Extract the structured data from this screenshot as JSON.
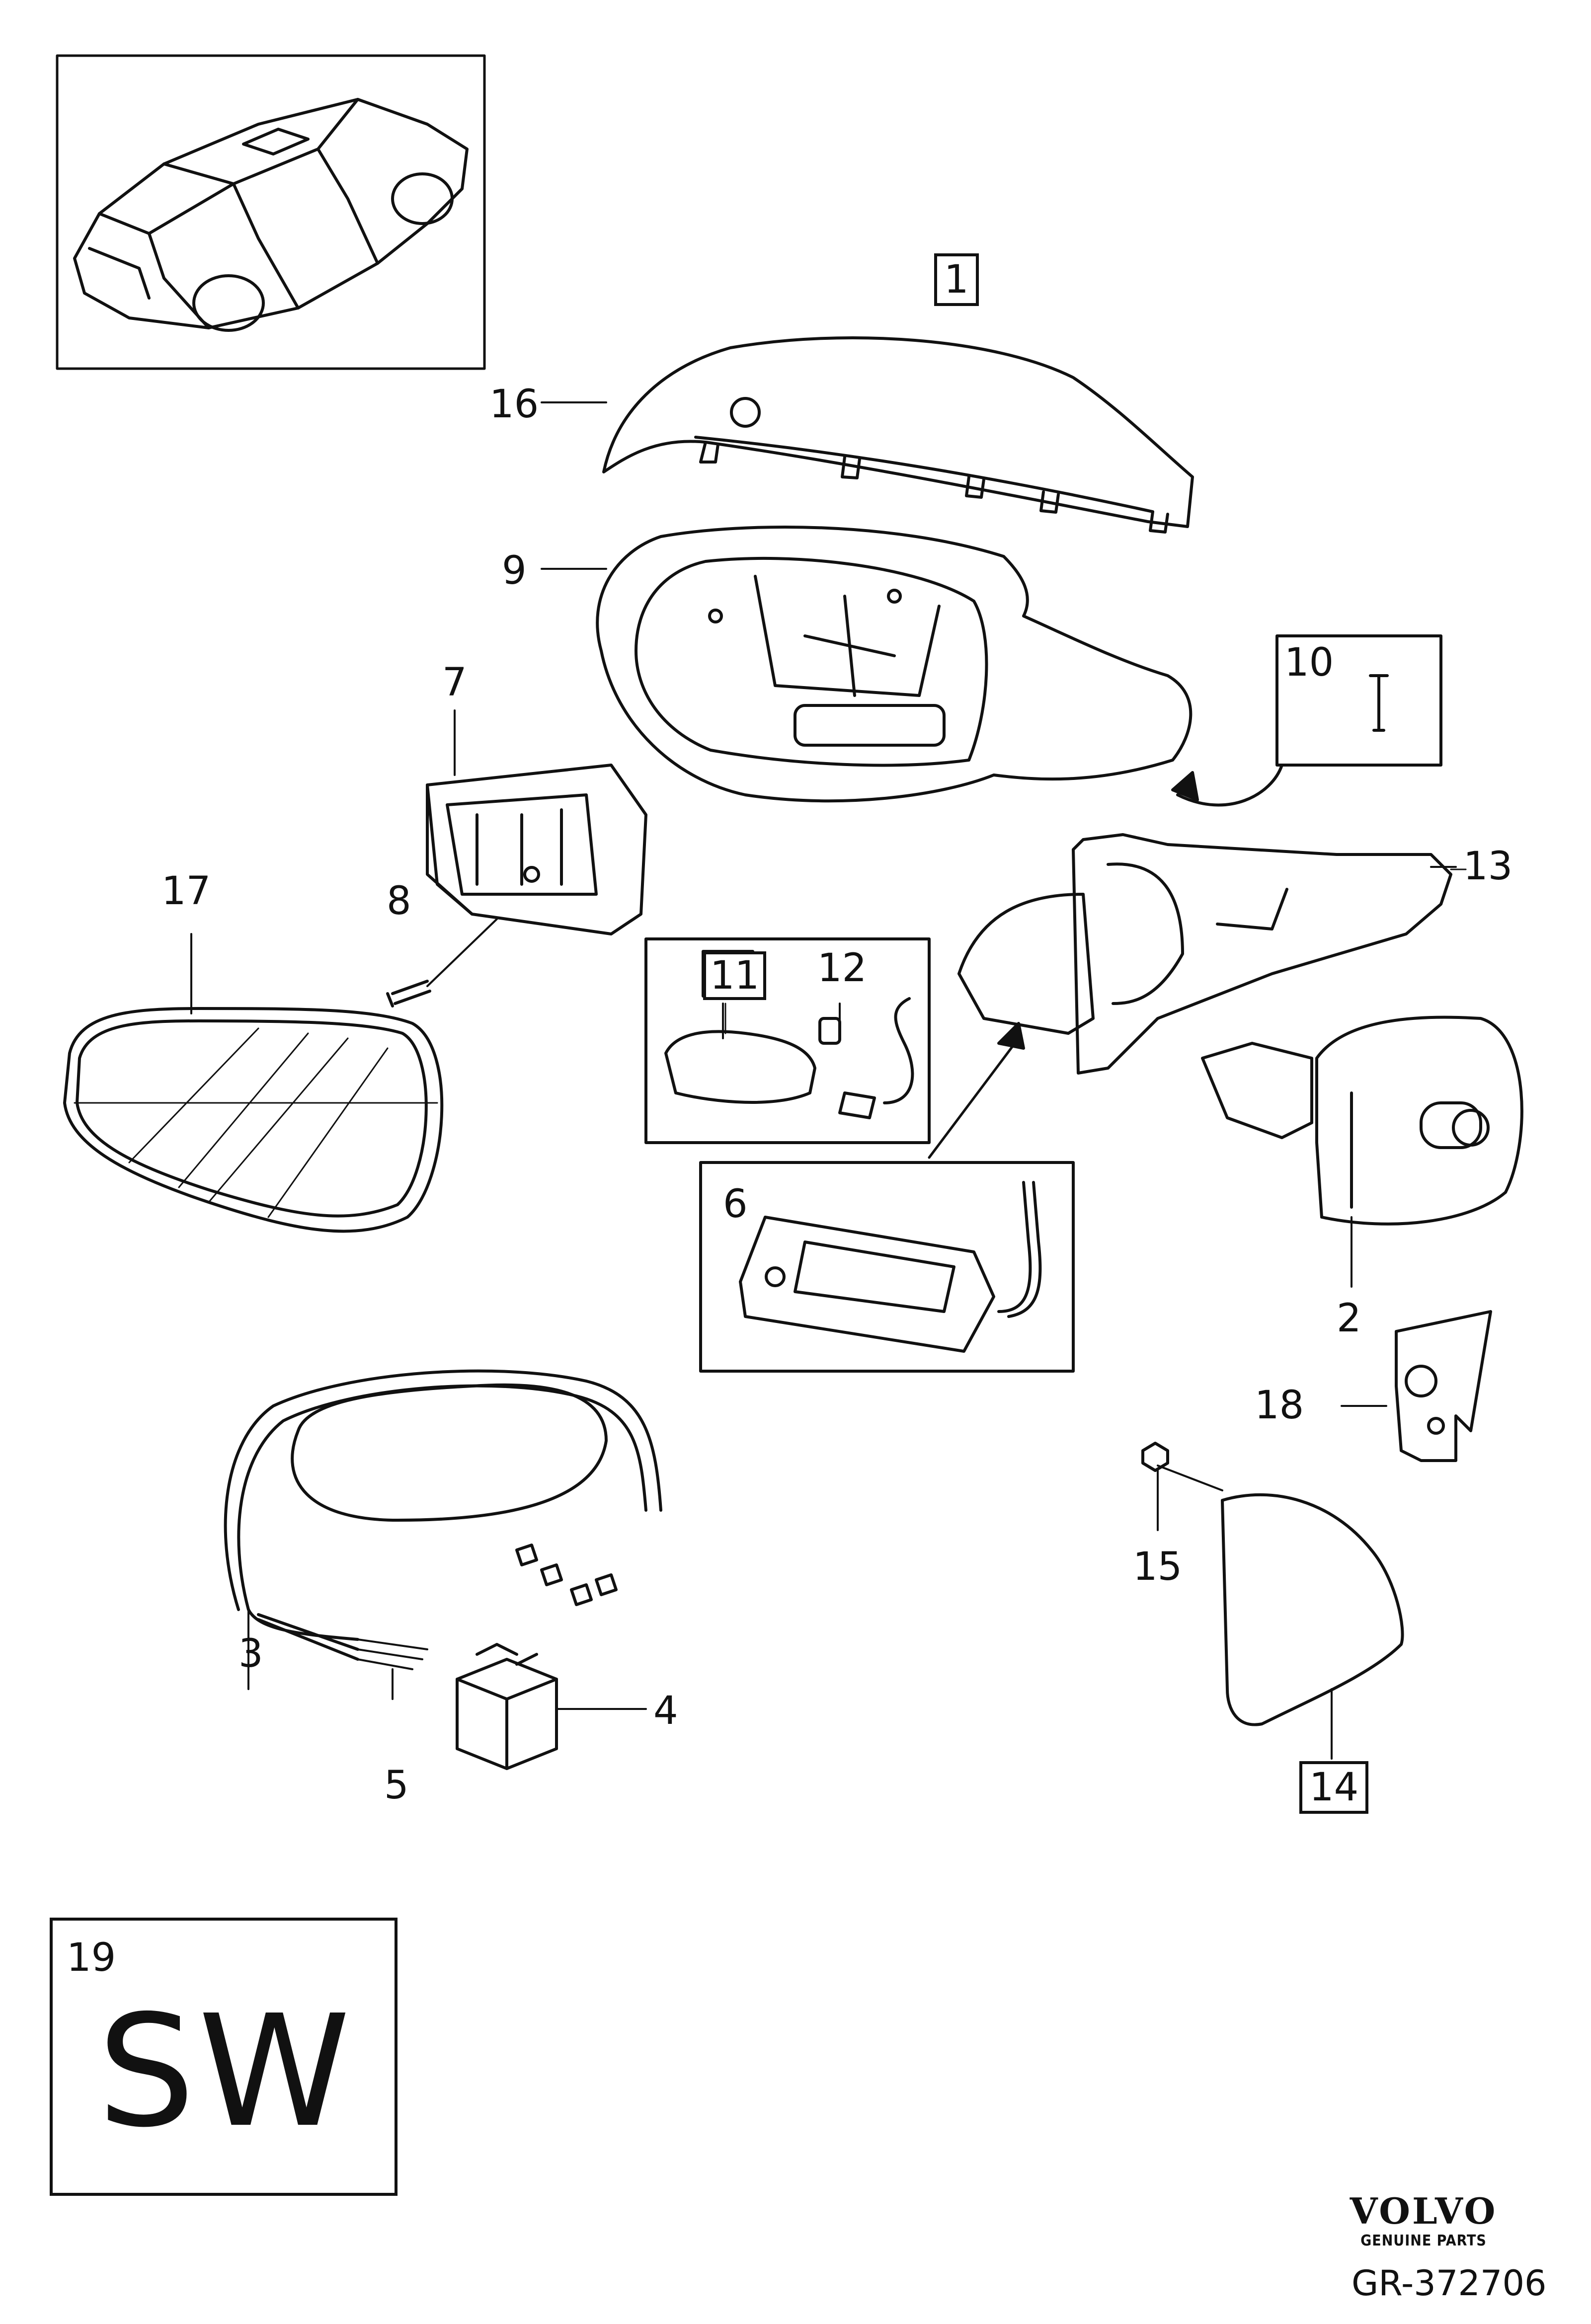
{
  "diagram": {
    "title_box_label": "1",
    "callouts": [
      {
        "id": "2",
        "label": "2"
      },
      {
        "id": "3",
        "label": "3"
      },
      {
        "id": "4",
        "label": "4"
      },
      {
        "id": "5",
        "label": "5"
      },
      {
        "id": "6",
        "label": "6"
      },
      {
        "id": "7",
        "label": "7"
      },
      {
        "id": "8",
        "label": "8"
      },
      {
        "id": "9",
        "label": "9"
      },
      {
        "id": "10",
        "label": "10"
      },
      {
        "id": "11",
        "label": "11"
      },
      {
        "id": "12",
        "label": "12"
      },
      {
        "id": "13",
        "label": "13"
      },
      {
        "id": "14",
        "label": "14"
      },
      {
        "id": "15",
        "label": "15"
      },
      {
        "id": "16",
        "label": "16"
      },
      {
        "id": "17",
        "label": "17"
      },
      {
        "id": "18",
        "label": "18"
      }
    ],
    "variant_box": {
      "number": "19",
      "code": "SW"
    },
    "brand": {
      "name": "VOLVO",
      "tagline": "GENUINE PARTS"
    },
    "reference": "GR-372706"
  }
}
